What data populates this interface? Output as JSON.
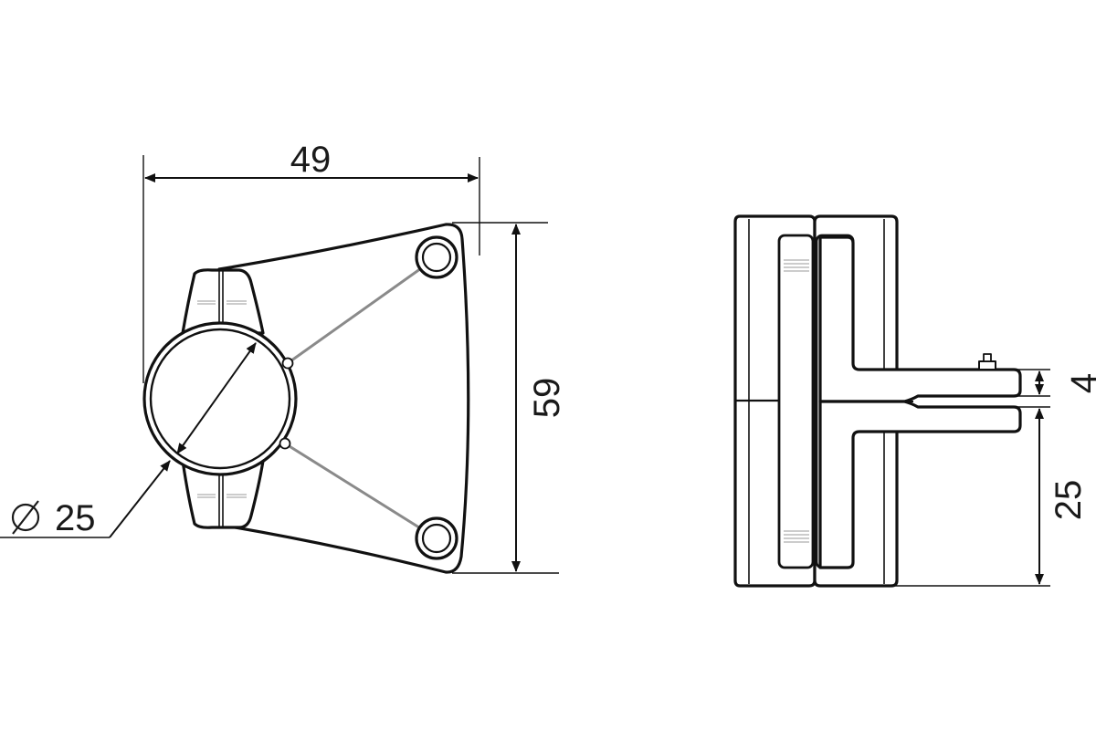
{
  "dimensions": {
    "width": "49",
    "height": "59",
    "diameter": "25",
    "gap": "4",
    "side_height": "25"
  },
  "views": {
    "front": "front-view",
    "side": "side-view"
  }
}
